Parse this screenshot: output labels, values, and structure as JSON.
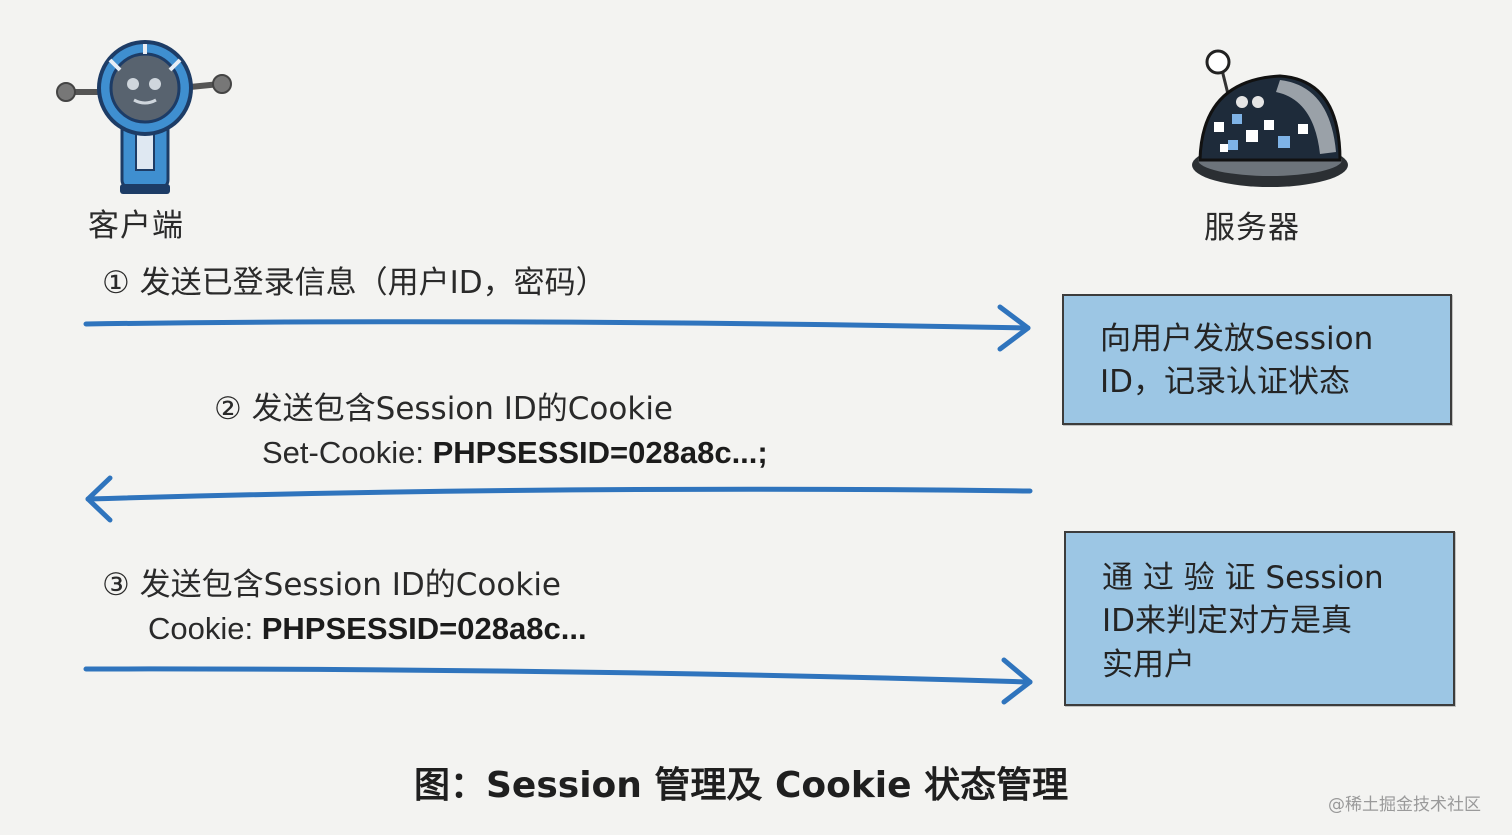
{
  "client": {
    "label": "客户端",
    "icon": "client-robot-icon"
  },
  "server": {
    "label": "服务器",
    "icon": "server-robot-icon"
  },
  "messages": [
    {
      "lines": [
        "① 发送已登录信息（用户ID，密码）"
      ],
      "direction": "right"
    },
    {
      "lines": [
        "② 发送包含Session ID的Cookie",
        "Set-Cookie: ",
        "PHPSESSID=028a8c...;"
      ],
      "direction": "left"
    },
    {
      "lines": [
        "③ 发送包含Session ID的Cookie",
        "Cookie: ",
        "PHPSESSID=028a8c..."
      ],
      "direction": "right"
    }
  ],
  "server_actions": [
    {
      "lines": [
        "向用户发放Session",
        "ID，记录认证状态"
      ]
    },
    {
      "lines": [
        "通 过 验 证 Session",
        "ID来判定对方是真",
        "实用户"
      ]
    }
  ],
  "caption": "图：Session 管理及 Cookie 状态管理",
  "watermark": "@稀土掘金技术社区",
  "colors": {
    "arrow": "#2f74bd",
    "box_fill": "#9cc6e4",
    "client_body": "#3f8fd0",
    "server_body": "#1e2b3a"
  }
}
